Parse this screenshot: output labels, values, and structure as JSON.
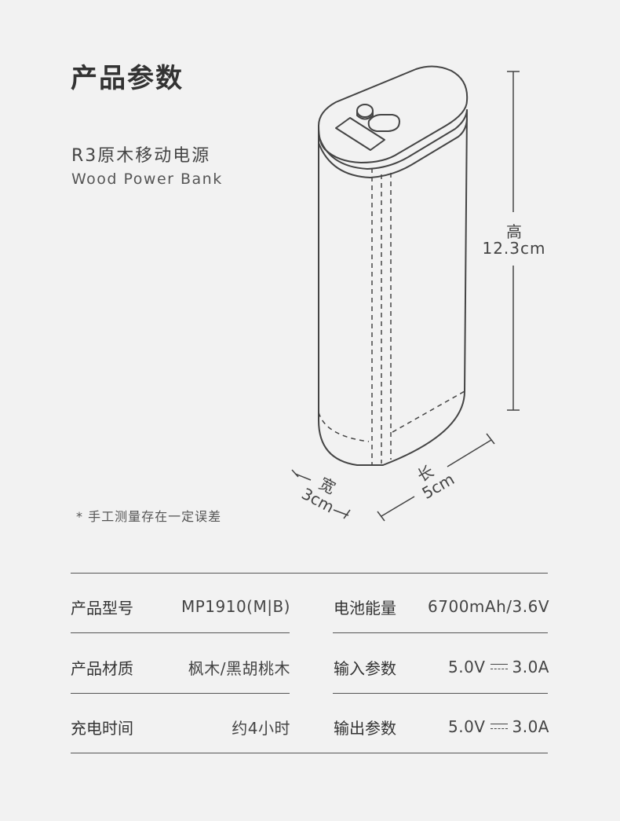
{
  "header": {
    "title": "产品参数",
    "product_name": "R3原木移动电源",
    "product_name_en": "Wood Power Bank"
  },
  "dimensions": {
    "height_label": "高",
    "height_value": "12.3cm",
    "width_label": "宽",
    "width_value": "3cm",
    "length_label": "长",
    "length_value": "5cm"
  },
  "note": "* 手工测量存在一定误差",
  "specs": {
    "model_label": "产品型号",
    "model_value": "MP1910(M|B)",
    "battery_label": "电池能量",
    "battery_value": "6700mAh/3.6V",
    "material_label": "产品材质",
    "material_value": "枫木/黑胡桃木",
    "input_label": "输入参数",
    "input_value_v": "5.0V",
    "input_value_a": "3.0A",
    "charge_label": "充电时间",
    "charge_value": "约4小时",
    "output_label": "输出参数",
    "output_value_v": "5.0V",
    "output_value_a": "3.0A"
  },
  "colors": {
    "background": "#f2f2f2",
    "text": "#333333",
    "line": "#555555"
  }
}
